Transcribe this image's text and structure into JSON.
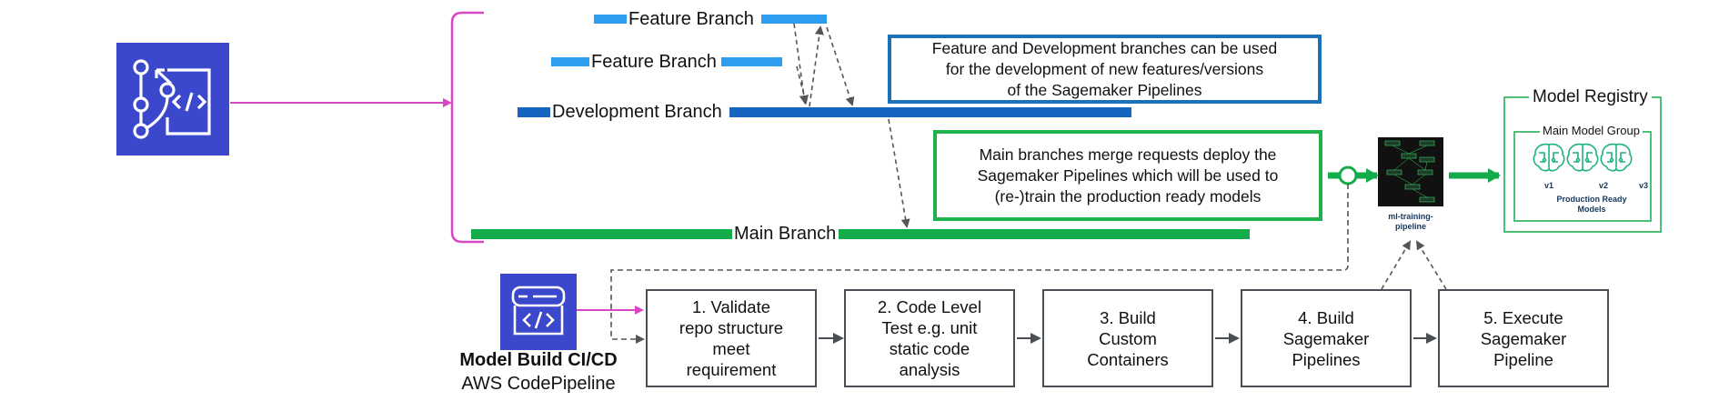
{
  "branches": {
    "feature_1": "Feature Branch",
    "feature_2": "Feature Branch",
    "development": "Development Branch",
    "main": "Main Branch"
  },
  "notes": {
    "feature_dev": "Feature and Development branches can be used\nfor the development of new features/versions\nof the Sagemaker Pipelines",
    "main": "Main branches merge requests deploy the\nSagemaker Pipelines which will be used to\n(re-)train the production ready models"
  },
  "pipeline_thumb": {
    "caption": "ml-training-\npipeline"
  },
  "registry": {
    "title": "Model Registry",
    "group_title": "Main Model Group",
    "versions": [
      "v1",
      "v2",
      "v3"
    ],
    "caption": "Production Ready\nModels"
  },
  "build": {
    "title": "Model Build CI/CD",
    "subtitle": "AWS CodePipeline"
  },
  "steps": [
    "1. Validate\nrepo structure\nmeet\nrequirement",
    "2. Code Level\nTest e.g. unit\nstatic code\nanalysis",
    "3. Build\nCustom\nContainers",
    "4. Build\nSagemaker\nPipelines",
    "5. Execute\nSagemaker\nPipeline"
  ],
  "colors": {
    "light_blue": "#2e9df0",
    "dark_blue": "#1565c0",
    "green": "#12ad4a",
    "magenta": "#d946c4",
    "icon_bg": "#3b48cc",
    "step_border": "#4a4f55"
  },
  "icons": {
    "codecommit": "codecommit-icon",
    "codebuild": "codebuild-icon",
    "model": "brain-circuit-icon"
  }
}
